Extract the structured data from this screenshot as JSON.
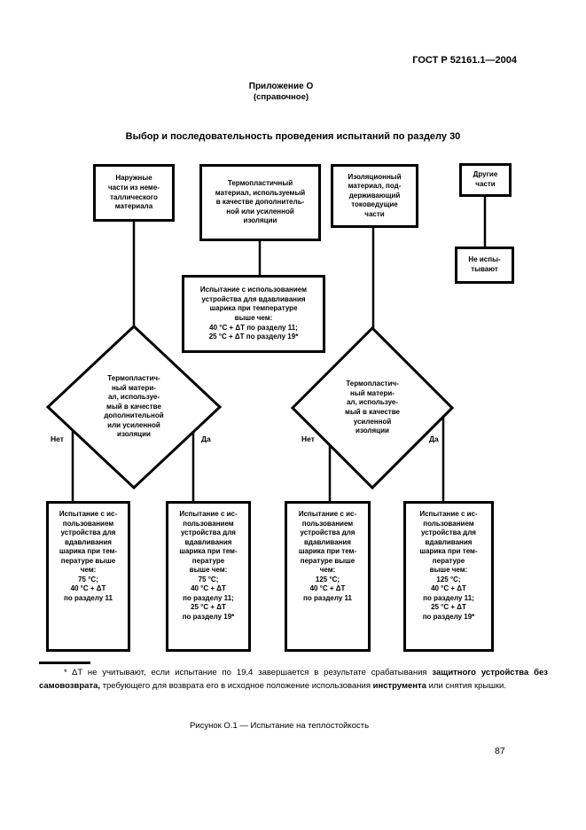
{
  "colors": {
    "ink": "#000000",
    "paper": "#ffffff"
  },
  "page": {
    "header": "ГОСТ Р 52161.1—2004",
    "annex": "Приложение О",
    "annex_type": "(справочное)",
    "title": "Выбор и последовательность проведения испытаний по разделу 30",
    "caption": "Рисунок О.1 — Испытание на теплостойкость",
    "page_number": "87"
  },
  "flowchart": {
    "node_outer_parts": "Наружные\nчасти из неме-\nталлического\nматериала",
    "node_thermoplastic_supplementary": "Термопластичный\nматериал, используемый\nв качестве дополнитель-\nной или усиленной\nизоляции",
    "node_insulating_material": "Изоляционный\nматериал, под-\nдерживающий\nтоковедущие\nчасти",
    "node_other_parts": "Другие\nчасти",
    "node_no_test": "Не испы-\nтывают",
    "node_ball_test_top": "Испытание с использованием\nустройства для вдавливания\nшарика при температуре\nвыше чем:\n40 °С + ΔT по разделу 11;\n25 °С + ΔT по разделу 19*",
    "diamond_left": "Термопластич-\nный матери-\nал, используе-\nмый в качестве\nдополнительной\nили усиленной\nизоляции",
    "diamond_right": "Термопластич-\nный матери-\nал, используе-\nмый в качестве\nусиленной\nизоляции",
    "label_no": "Нет",
    "label_yes": "Да",
    "result_boxes": [
      {
        "text": "Испытание с ис-\nпользованием\nустройства для\nвдавливания\nшарика при тем-\nпературе выше\nчем:\n75 °С;\n40 °С + ΔT\nпо разделу 11"
      },
      {
        "text": "Испытание с ис-\nпользованием\nустройства для\nвдавливания\nшарика при тем-\nпературе\nвыше чем:\n75 °С;\n40 °С + ΔT\nпо разделу 11;\n25 °С + ΔT\nпо разделу 19*"
      },
      {
        "text": "Испытание с ис-\nпользованием\nустройства для\nвдавливания\nшарика при тем-\nпературе выше\nчем:\n125 °С;\n40 °С + ΔT\nпо разделу 11"
      },
      {
        "text": "Испытание с ис-\nпользованием\nустройства для\nвдавливания\nшарика при тем-\nпературе\nвыше чем:\n125 °С;\n40 °С + ΔT\nпо разделу 11;\n25 °С + ΔT\nпо разделу 19*"
      }
    ]
  },
  "footnote": {
    "part1": "* ΔT не учитывают, если испытание по 19.4 завершается в результате срабатывания ",
    "bold1": "защитного устройства без самовозврата,",
    "part2": " требующего для возврата его в исходное положение использования ",
    "bold2": "инструмента",
    "part3": " или снятия крышки."
  }
}
